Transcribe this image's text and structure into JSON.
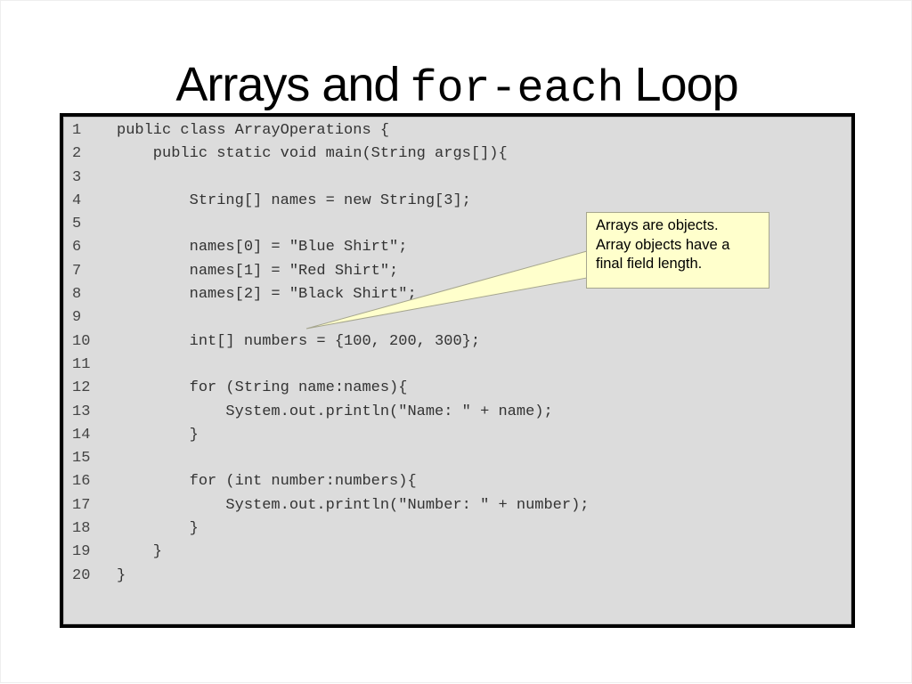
{
  "slide": {
    "title": {
      "part1": "Arrays and",
      "code": "for-each",
      "part2": "Loop"
    },
    "code": {
      "lines": [
        {
          "num": "1",
          "text": "public class ArrayOperations {"
        },
        {
          "num": "2",
          "text": "    public static void main(String args[]){"
        },
        {
          "num": "3",
          "text": ""
        },
        {
          "num": "4",
          "text": "        String[] names = new String[3];"
        },
        {
          "num": "5",
          "text": ""
        },
        {
          "num": "6",
          "text": "        names[0] = \"Blue Shirt\";"
        },
        {
          "num": "7",
          "text": "        names[1] = \"Red Shirt\";"
        },
        {
          "num": "8",
          "text": "        names[2] = \"Black Shirt\";"
        },
        {
          "num": "9",
          "text": ""
        },
        {
          "num": "10",
          "text": "        int[] numbers = {100, 200, 300};"
        },
        {
          "num": "11",
          "text": ""
        },
        {
          "num": "12",
          "text": "        for (String name:names){"
        },
        {
          "num": "13",
          "text": "            System.out.println(\"Name: \" + name);"
        },
        {
          "num": "14",
          "text": "        }"
        },
        {
          "num": "15",
          "text": ""
        },
        {
          "num": "16",
          "text": "        for (int number:numbers){"
        },
        {
          "num": "17",
          "text": "            System.out.println(\"Number: \" + number);"
        },
        {
          "num": "18",
          "text": "        }"
        },
        {
          "num": "19",
          "text": "    }"
        },
        {
          "num": "20",
          "text": "}"
        }
      ]
    },
    "callout": {
      "lines": [
        "Arrays are objects.",
        "Array objects have a",
        "final field length."
      ],
      "colors": {
        "fill": "#ffffcc",
        "border": "#a6a68f"
      }
    },
    "colors": {
      "code_background": "#dcdcdc",
      "code_border": "#000000",
      "code_text": "#333333"
    }
  }
}
